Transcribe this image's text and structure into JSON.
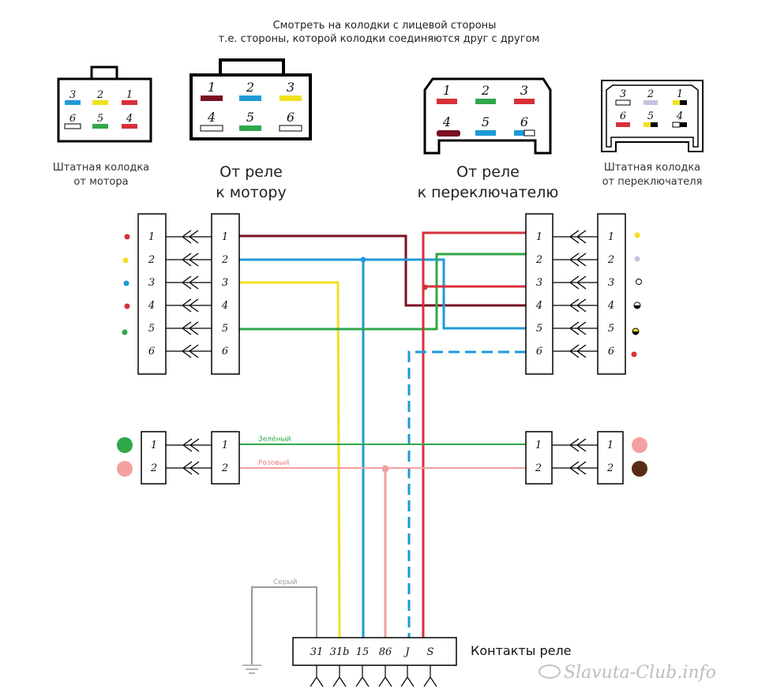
{
  "header": {
    "line1": "Смотреть на колодки с лицевой стороны",
    "line2": "т.е. стороны, которой колодки соединяются друг с другом"
  },
  "connectors": {
    "motor_stock": {
      "line1": "Штатная колодка",
      "line2": "от мотора",
      "pins": [
        "3",
        "2",
        "1",
        "6",
        "5",
        "4"
      ]
    },
    "relay_motor": {
      "line1": "От реле",
      "line2": "к мотору",
      "pins": [
        "1",
        "2",
        "3",
        "4",
        "5",
        "6"
      ]
    },
    "relay_switch": {
      "line1": "От реле",
      "line2": "к переключателю",
      "pins": [
        "1",
        "2",
        "3",
        "4",
        "5",
        "6"
      ]
    },
    "switch_stock": {
      "line1": "Штатная колодка",
      "line2": "от переключателя",
      "pins": [
        "3",
        "2",
        "1",
        "6",
        "5",
        "4"
      ]
    }
  },
  "blocks": {
    "six_pin": [
      "1",
      "2",
      "3",
      "4",
      "5",
      "6"
    ],
    "two_pin": [
      "1",
      "2"
    ]
  },
  "wires": {
    "green": "Зелёный",
    "pink": "Розовый",
    "grey": "Серый"
  },
  "relay": {
    "title": "Контакты реле",
    "pins": [
      "31",
      "31b",
      "15",
      "86",
      "J",
      "S"
    ]
  },
  "watermark": "Slavuta-Club.info",
  "colors": {
    "darkred": "#7a1020",
    "red": "#d8303a",
    "blue": "#1e9ad6",
    "yellow": "#f0e020",
    "green": "#2fa84a",
    "pink": "#f0a0a0",
    "brown": "#5a2c14",
    "lilac": "#c8c0e0",
    "grey": "#9a9a9a"
  }
}
